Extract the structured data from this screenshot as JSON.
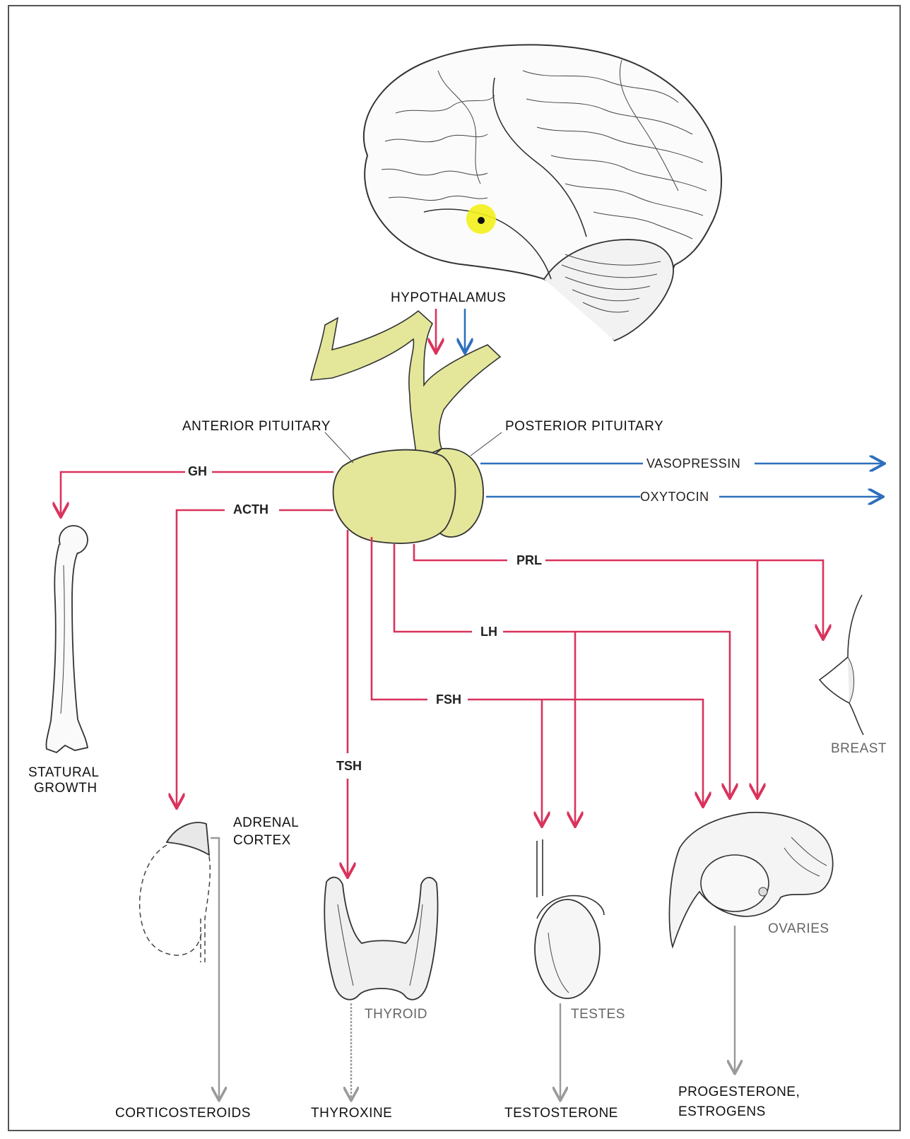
{
  "labels": {
    "hypothalamus": "HYPOTHALAMUS",
    "anterior_pituitary": "ANTERIOR PITUITARY",
    "posterior_pituitary": "POSTERIOR PITUITARY",
    "statural_growth_1": "STATURAL",
    "statural_growth_2": "GROWTH",
    "adrenal_cortex_1": "ADRENAL",
    "adrenal_cortex_2": "CORTEX",
    "thyroid": "THYROID",
    "testes": "TESTES",
    "ovaries": "OVARIES",
    "breast": "BREAST"
  },
  "hormones": {
    "gh": "GH",
    "acth": "ACTH",
    "tsh": "TSH",
    "prl": "PRL",
    "lh": "LH",
    "fsh": "FSH",
    "vasopressin": "VASOPRESSIN",
    "oxytocin": "OXYTOCIN"
  },
  "products": {
    "corticosteroids": "CORTICOSTEROIDS",
    "thyroxine": "THYROXINE",
    "testosterone": "TESTOSTERONE",
    "progesterone_1": "PROGESTERONE,",
    "progesterone_2": "ESTROGENS"
  },
  "colors": {
    "anterior_pathway": "#d9335c",
    "posterior_pathway": "#2e6fbd",
    "product_pathway": "#9a9a9a",
    "pituitary_fill": "#e4e79a",
    "hypothalamus_highlight": "#f3f01a"
  }
}
